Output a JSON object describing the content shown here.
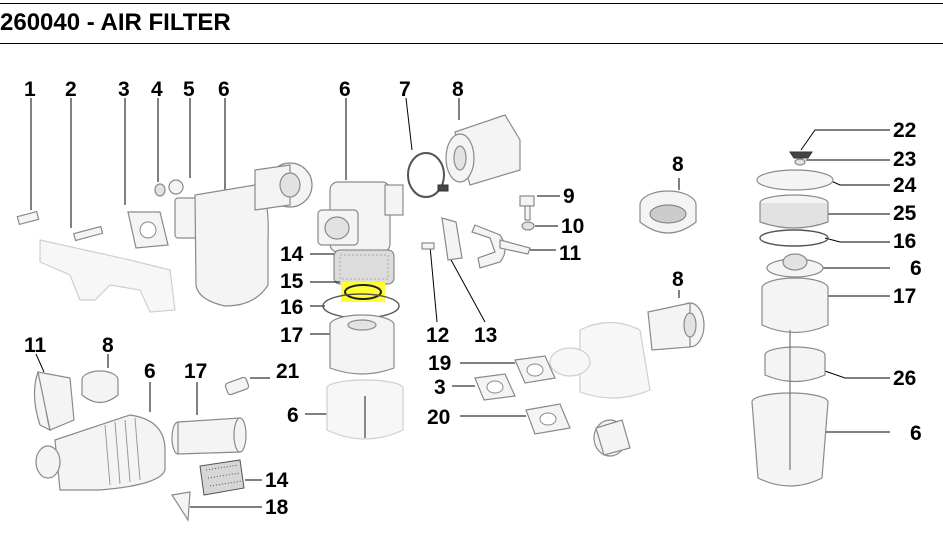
{
  "title": "260040 - AIR FILTER",
  "callouts": [
    "1",
    "2",
    "3",
    "4",
    "5",
    "6",
    "6",
    "7",
    "8",
    "8",
    "9",
    "10",
    "11",
    "12",
    "13",
    "14",
    "15",
    "16",
    "17",
    "6",
    "8",
    "19",
    "3",
    "20",
    "22",
    "23",
    "24",
    "25",
    "16",
    "6",
    "17",
    "26",
    "6",
    "11",
    "8",
    "6",
    "17",
    "21",
    "14",
    "18"
  ],
  "highlight_color": "#ffff33"
}
